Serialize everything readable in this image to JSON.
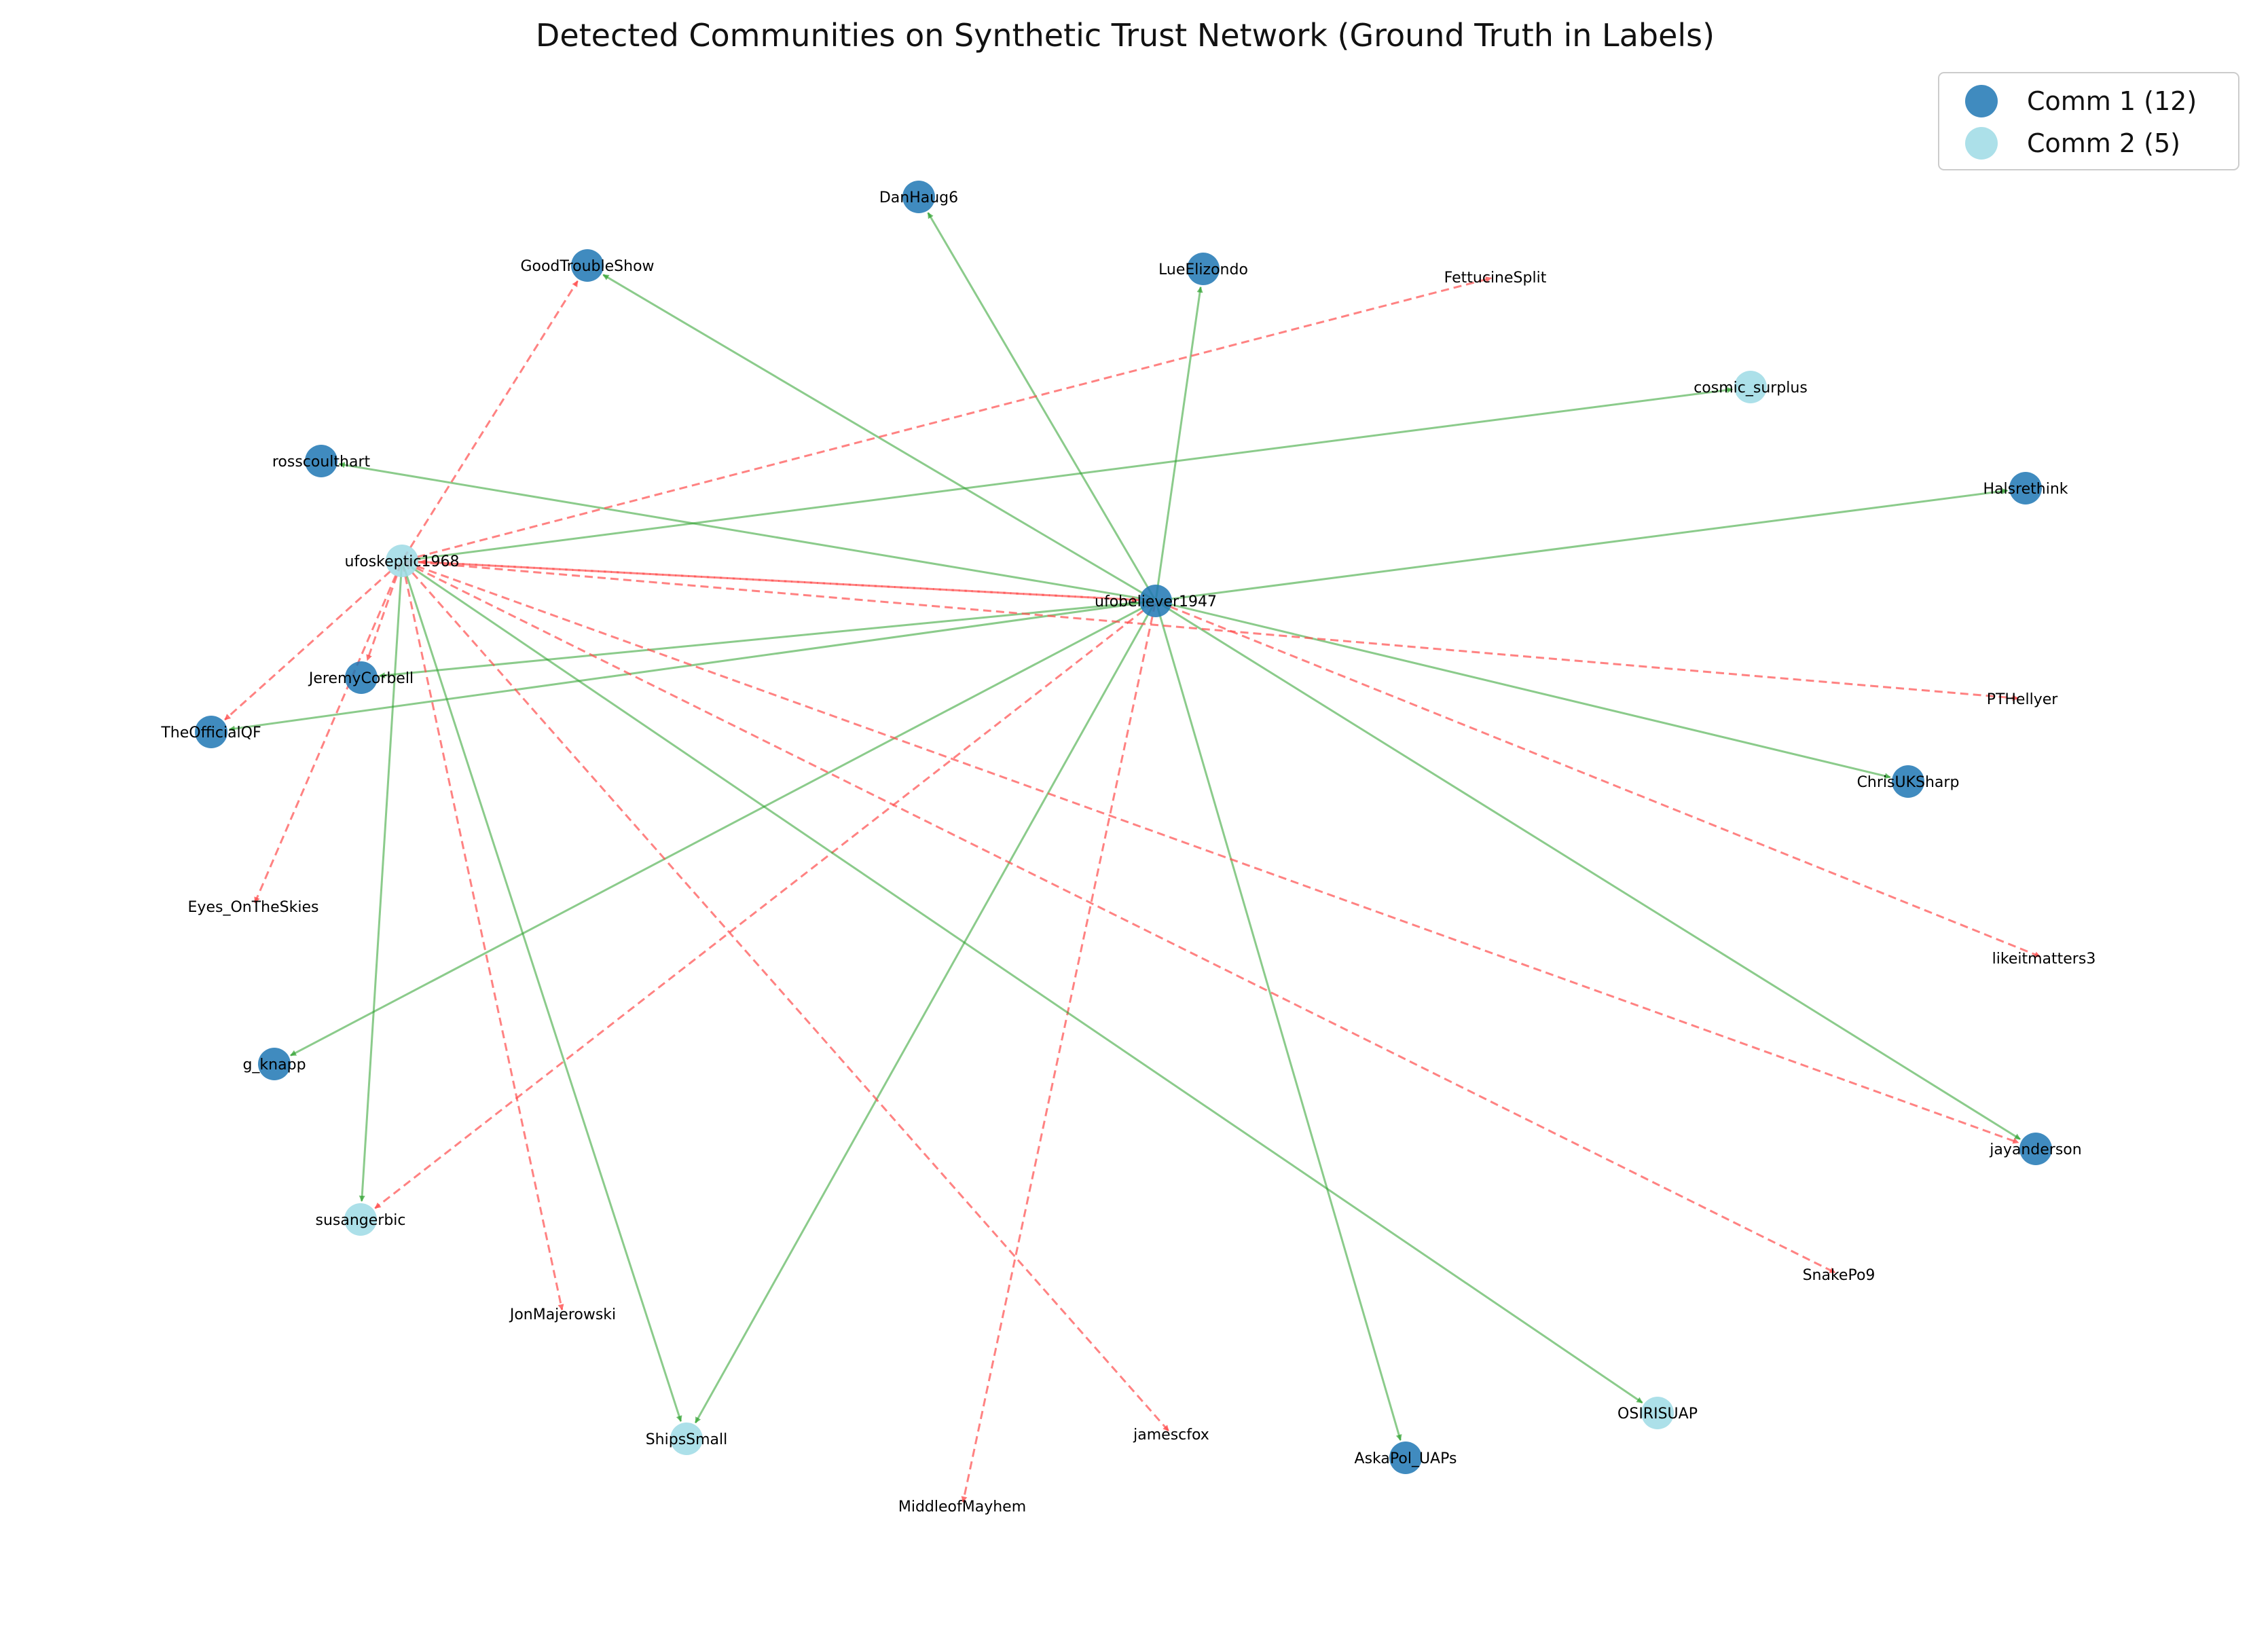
{
  "title": "Detected Communities on Synthetic Trust Network (Ground Truth in Labels)",
  "legend": [
    {
      "label": "Comm 1 (12)",
      "color": "#1f77b4"
    },
    {
      "label": "Comm 2 (5)",
      "color": "#9edae5"
    }
  ],
  "colors": {
    "comm1": "#1f77b4",
    "comm2": "#9edae5",
    "trust_edge": "#2ca02c",
    "distrust_edge": "#ff4d4d"
  },
  "nodes": [
    {
      "id": "ufobeliever1947",
      "community": 1
    },
    {
      "id": "ufoskeptic1968",
      "community": 2
    },
    {
      "id": "DanHaug6",
      "community": 1
    },
    {
      "id": "GoodTroubleShow",
      "community": 1
    },
    {
      "id": "LueElizondo",
      "community": 1
    },
    {
      "id": "FettucineSplit",
      "community": null
    },
    {
      "id": "cosmic_surplus",
      "community": 2
    },
    {
      "id": "rosscoulthart",
      "community": 1
    },
    {
      "id": "Halsrethink",
      "community": 1
    },
    {
      "id": "JeremyCorbell",
      "community": 1
    },
    {
      "id": "TheOfficialQF",
      "community": 1
    },
    {
      "id": "PTHellyer",
      "community": null
    },
    {
      "id": "ChrisUKSharp",
      "community": 1
    },
    {
      "id": "Eyes_OnTheSkies",
      "community": null
    },
    {
      "id": "likeitmatters3",
      "community": null
    },
    {
      "id": "g_knapp",
      "community": 1
    },
    {
      "id": "jayanderson",
      "community": 1
    },
    {
      "id": "susangerbic",
      "community": 2
    },
    {
      "id": "SnakePo9",
      "community": null
    },
    {
      "id": "JonMajerowski",
      "community": null
    },
    {
      "id": "jamescfox",
      "community": null
    },
    {
      "id": "OSIRISUAP",
      "community": 2
    },
    {
      "id": "ShipsSmall",
      "community": 2
    },
    {
      "id": "AskaPol_UAPs",
      "community": 1
    },
    {
      "id": "MiddleofMayhem",
      "community": null
    }
  ],
  "edges": [
    {
      "source": "ufobeliever1947",
      "target": "DanHaug6",
      "type": "trust"
    },
    {
      "source": "ufobeliever1947",
      "target": "GoodTroubleShow",
      "type": "trust"
    },
    {
      "source": "ufobeliever1947",
      "target": "LueElizondo",
      "type": "trust"
    },
    {
      "source": "ufobeliever1947",
      "target": "rosscoulthart",
      "type": "trust"
    },
    {
      "source": "ufobeliever1947",
      "target": "Halsrethink",
      "type": "trust"
    },
    {
      "source": "ufobeliever1947",
      "target": "ufoskeptic1968",
      "type": "distrust"
    },
    {
      "source": "ufobeliever1947",
      "target": "JeremyCorbell",
      "type": "trust"
    },
    {
      "source": "ufobeliever1947",
      "target": "TheOfficialQF",
      "type": "trust"
    },
    {
      "source": "ufobeliever1947",
      "target": "ChrisUKSharp",
      "type": "trust"
    },
    {
      "source": "ufobeliever1947",
      "target": "likeitmatters3",
      "type": "distrust"
    },
    {
      "source": "ufobeliever1947",
      "target": "g_knapp",
      "type": "trust"
    },
    {
      "source": "ufobeliever1947",
      "target": "jayanderson",
      "type": "trust"
    },
    {
      "source": "ufobeliever1947",
      "target": "susangerbic",
      "type": "distrust"
    },
    {
      "source": "ufobeliever1947",
      "target": "ShipsSmall",
      "type": "trust"
    },
    {
      "source": "ufobeliever1947",
      "target": "AskaPol_UAPs",
      "type": "trust"
    },
    {
      "source": "ufobeliever1947",
      "target": "MiddleofMayhem",
      "type": "distrust"
    },
    {
      "source": "ufoskeptic1968",
      "target": "GoodTroubleShow",
      "type": "distrust"
    },
    {
      "source": "ufoskeptic1968",
      "target": "FettucineSplit",
      "type": "distrust"
    },
    {
      "source": "ufoskeptic1968",
      "target": "cosmic_surplus",
      "type": "trust"
    },
    {
      "source": "ufoskeptic1968",
      "target": "ufobeliever1947",
      "type": "distrust"
    },
    {
      "source": "ufoskeptic1968",
      "target": "PTHellyer",
      "type": "distrust"
    },
    {
      "source": "ufoskeptic1968",
      "target": "JeremyCorbell",
      "type": "distrust"
    },
    {
      "source": "ufoskeptic1968",
      "target": "TheOfficialQF",
      "type": "distrust"
    },
    {
      "source": "ufoskeptic1968",
      "target": "Eyes_OnTheSkies",
      "type": "distrust"
    },
    {
      "source": "ufoskeptic1968",
      "target": "susangerbic",
      "type": "trust"
    },
    {
      "source": "ufoskeptic1968",
      "target": "JonMajerowski",
      "type": "distrust"
    },
    {
      "source": "ufoskeptic1968",
      "target": "ShipsSmall",
      "type": "trust"
    },
    {
      "source": "ufoskeptic1968",
      "target": "jamescfox",
      "type": "distrust"
    },
    {
      "source": "ufoskeptic1968",
      "target": "OSIRISUAP",
      "type": "trust"
    },
    {
      "source": "ufoskeptic1968",
      "target": "SnakePo9",
      "type": "distrust"
    },
    {
      "source": "ufoskeptic1968",
      "target": "jayanderson",
      "type": "distrust"
    }
  ]
}
